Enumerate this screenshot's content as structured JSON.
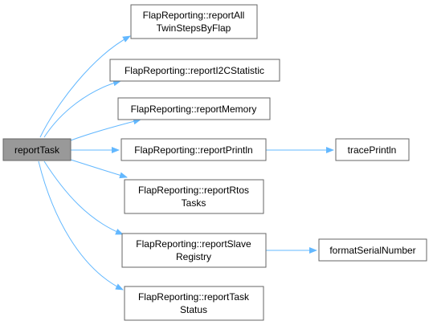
{
  "colors": {
    "edge": "#63b8ff",
    "node_border": "#666666",
    "root_fill": "#999999",
    "node_fill": "#ffffff"
  },
  "nodes": {
    "report_task": {
      "lines": [
        "reportTask"
      ]
    },
    "report_all_twin_steps_by_flap": {
      "lines": [
        "FlapReporting::reportAll",
        "TwinStepsByFlap"
      ]
    },
    "report_i2c_statistic": {
      "lines": [
        "FlapReporting::reportI2CStatistic"
      ]
    },
    "report_memory": {
      "lines": [
        "FlapReporting::reportMemory"
      ]
    },
    "report_println": {
      "lines": [
        "FlapReporting::reportPrintln"
      ]
    },
    "trace_println": {
      "lines": [
        "tracePrintln"
      ]
    },
    "report_rtos_tasks": {
      "lines": [
        "FlapReporting::reportRtos",
        "Tasks"
      ]
    },
    "report_slave_registry": {
      "lines": [
        "FlapReporting::reportSlave",
        "Registry"
      ]
    },
    "format_serial_number": {
      "lines": [
        "formatSerialNumber"
      ]
    },
    "report_task_status": {
      "lines": [
        "FlapReporting::reportTask",
        "Status"
      ]
    }
  }
}
